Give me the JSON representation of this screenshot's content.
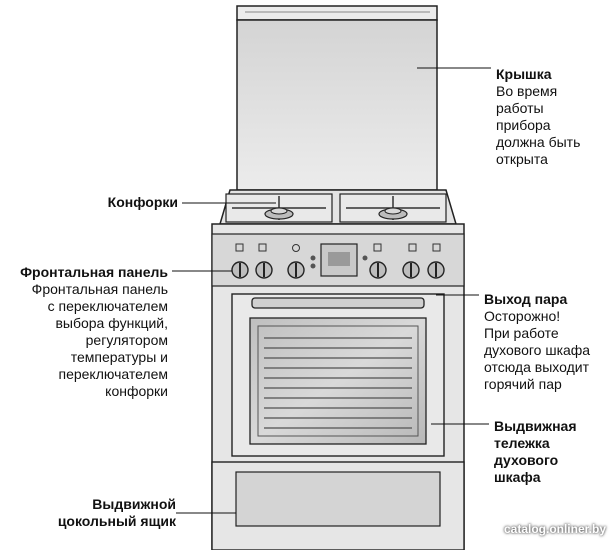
{
  "labels": {
    "lid": {
      "title": "Крышка",
      "lines": [
        "Во время",
        "работы",
        "прибора",
        "должна быть",
        "открыта"
      ]
    },
    "burners": {
      "title": "Конфорки"
    },
    "panel": {
      "title": "Фронтальная панель",
      "lines": [
        "Фронтальная панель",
        "с переключателем",
        "выбора функций,",
        "регулятором",
        "температуры и",
        "переключателем",
        "конфорки"
      ]
    },
    "steam": {
      "title": "Выход пара",
      "lines": [
        "Осторожно!",
        "При работе",
        "духового шкафа",
        "отсюда выходит",
        "горячий пар"
      ]
    },
    "rack": {
      "title_lines": [
        "Выдвижная",
        "тележка",
        "духового",
        "шкафа"
      ]
    },
    "drawer": {
      "title_lines": [
        "Выдвижной",
        "цокольный ящик"
      ]
    }
  },
  "watermark": "catalog.onliner.by",
  "colors": {
    "outline": "#222222",
    "panel": "#d7d7d7",
    "glass": "#c9c9c9",
    "steel": "#e6e6e6"
  }
}
